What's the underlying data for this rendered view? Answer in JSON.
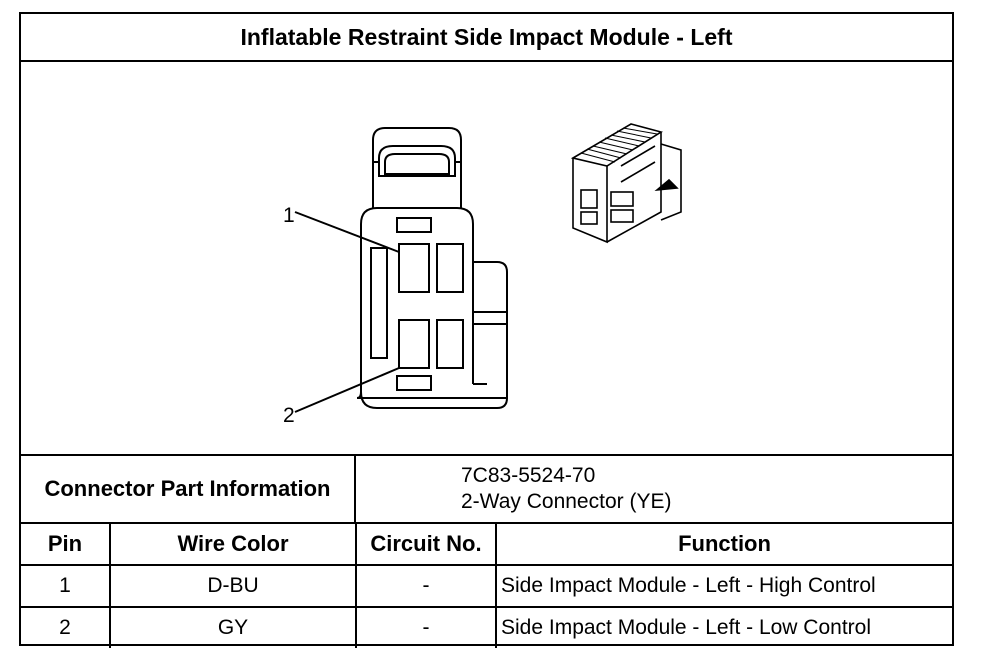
{
  "title": "Inflatable Restraint Side Impact Module - Left",
  "diagram": {
    "callouts": [
      "1",
      "2"
    ],
    "items": [
      "connector-face-view",
      "connector-3d-view"
    ]
  },
  "connector_info": {
    "label": "Connector Part Information",
    "part_number": "7C83-5524-70",
    "description": "2-Way Connector (YE)"
  },
  "pin_table": {
    "headers": [
      "Pin",
      "Wire Color",
      "Circuit No.",
      "Function"
    ],
    "rows": [
      {
        "pin": "1",
        "wire_color": "D-BU",
        "circuit": "-",
        "function": "Side Impact Module - Left - High Control"
      },
      {
        "pin": "2",
        "wire_color": "GY",
        "circuit": "-",
        "function": "Side Impact Module - Left - Low Control"
      }
    ]
  }
}
